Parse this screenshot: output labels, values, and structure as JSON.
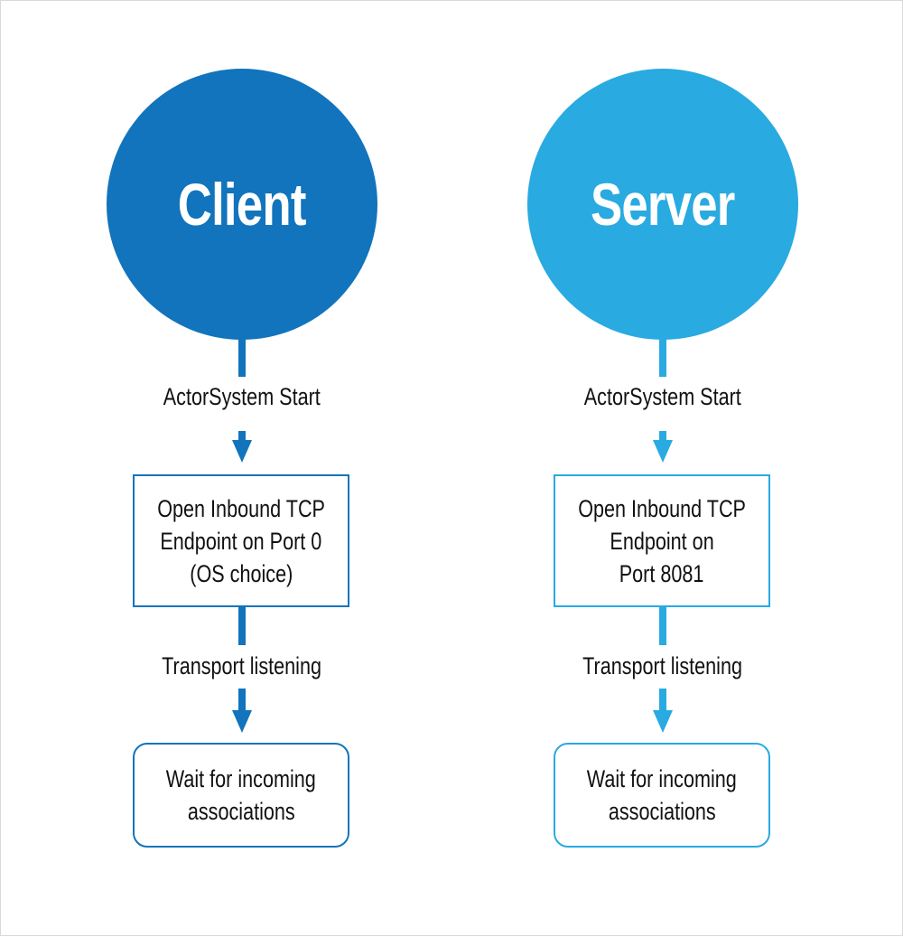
{
  "colors": {
    "client": "#1174bc",
    "server": "#29aae1"
  },
  "columns": [
    {
      "id": "client",
      "title": "Client",
      "step1_label": "ActorSystem Start",
      "box1_lines": [
        "Open Inbound TCP",
        "Endpoint on Port 0",
        "(OS choice)"
      ],
      "step2_label": "Transport listening",
      "box2_lines": [
        "Wait for incoming",
        "associations"
      ]
    },
    {
      "id": "server",
      "title": "Server",
      "step1_label": "ActorSystem Start",
      "box1_lines": [
        "Open Inbound TCP",
        "Endpoint on",
        "Port 8081"
      ],
      "step2_label": "Transport listening",
      "box2_lines": [
        "Wait for incoming",
        "associations"
      ]
    }
  ]
}
